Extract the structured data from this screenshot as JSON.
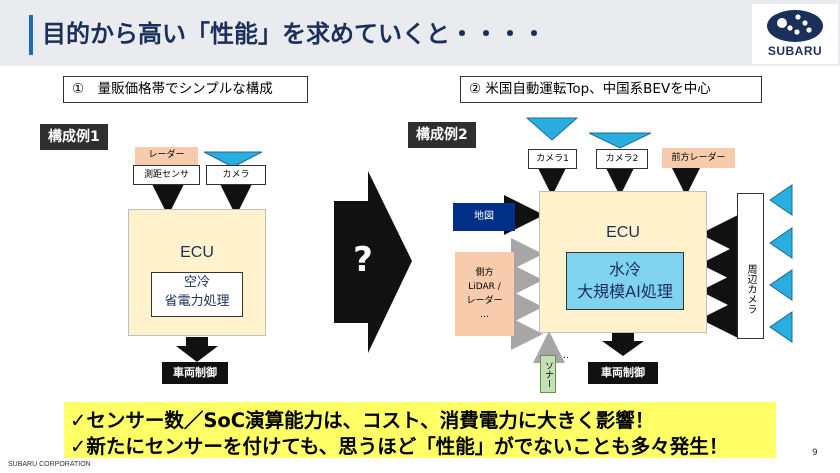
{
  "header": {
    "title": "目的から高い「性能」を求めていくと・・・・",
    "logo_text": "SUBARU"
  },
  "left": {
    "subtitle": "①　量販価格帯でシンプルな構成",
    "example_label": "構成例1",
    "radar_label": "レーダー",
    "ranging_sensor": "測距センサ",
    "camera": "カメラ",
    "ecu_label": "ECU",
    "inner_box": "空冷\n省電力処理",
    "vehicle_control": "車両制御"
  },
  "transition": {
    "mark": "?"
  },
  "right": {
    "subtitle": "② 米国自動運転Top、中国系BEVを中心",
    "example_label": "構成例2",
    "camera1": "カメラ1",
    "camera2": "カメラ2",
    "front_radar": "前方レーダー",
    "map": "地図",
    "ecu_label": "ECU",
    "inner_box": "水冷\n大規模AI処理",
    "side_sensors": "側方\nLiDAR /\nレーダー\n…",
    "sonar": "ソナー",
    "dots": "‥",
    "peripheral_camera": "周辺カメラ",
    "vehicle_control": "車両制御"
  },
  "banner": {
    "line1": "✓センサー数／SoC演算能力は、コスト、消費電力に大きく影響！",
    "line2": "✓新たにセンサーを付けても、思うほど「性能」がでないことも多々発生！"
  },
  "footer": {
    "company": "SUBARU CORPORATION",
    "page": "9"
  },
  "colors": {
    "title": "#1b2f5b",
    "accent": "#1e6bb8",
    "ecu_fill": "#fff2cc",
    "cyan": "#2aaee0",
    "pink": "#f8cbad",
    "navy": "#002f87",
    "banner": "#ffff66"
  }
}
